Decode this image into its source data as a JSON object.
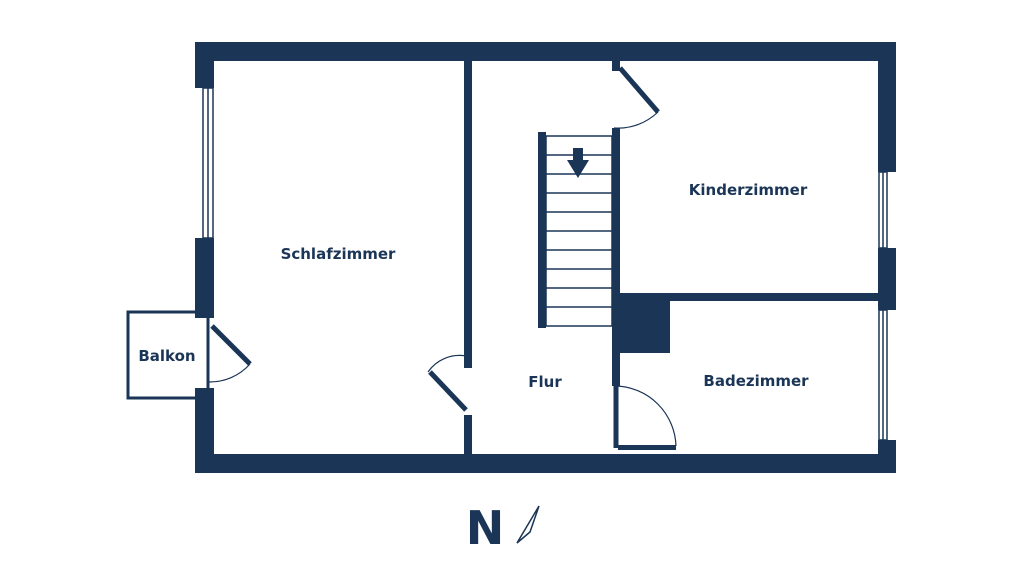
{
  "rooms": {
    "schlafzimmer": "Schlafzimmer",
    "kinderzimmer": "Kinderzimmer",
    "badezimmer": "Badezimmer",
    "flur": "Flur",
    "balkon": "Balkon"
  },
  "compass": {
    "label": "N",
    "icon": "compass-needle-icon"
  },
  "colors": {
    "wall": "#1b3557",
    "background": "#ffffff"
  }
}
